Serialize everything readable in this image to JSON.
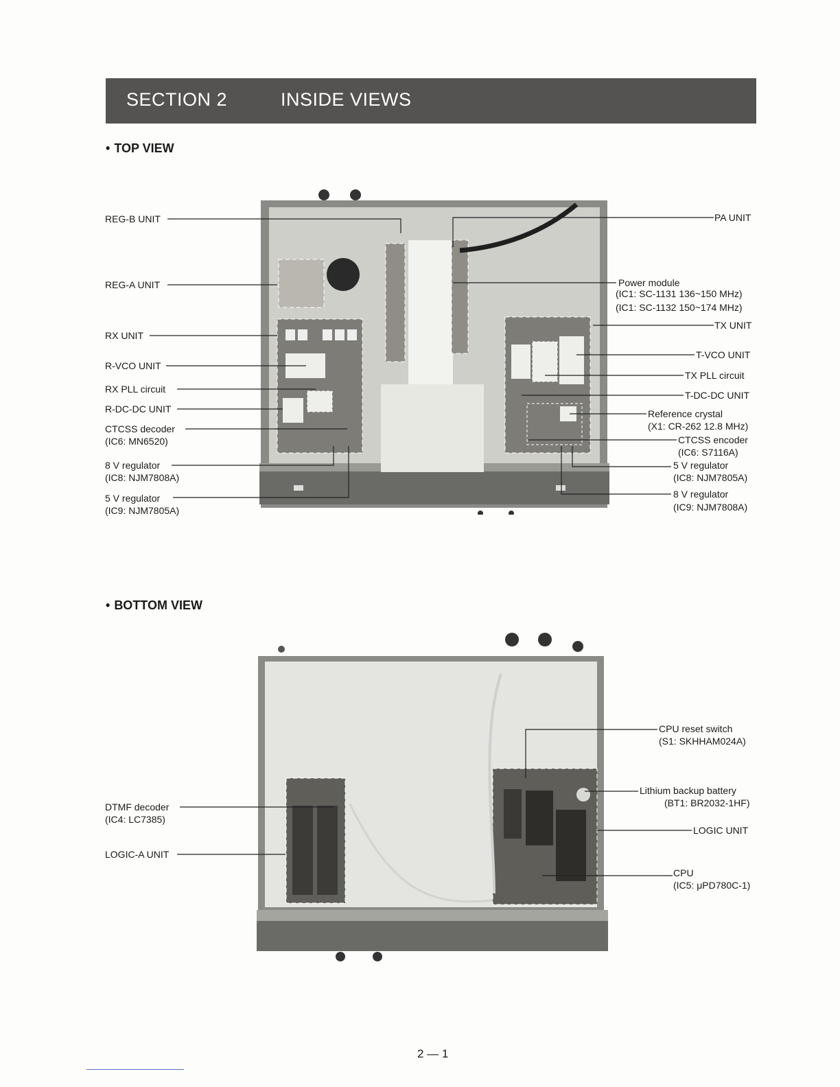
{
  "section": {
    "number": "SECTION 2",
    "title": "INSIDE VIEWS"
  },
  "top_view": {
    "heading": "TOP VIEW",
    "left_labels": {
      "reg_b": "REG-B UNIT",
      "reg_a": "REG-A UNIT",
      "rx": "RX UNIT",
      "r_vco": "R-VCO UNIT",
      "rx_pll": "RX PLL circuit",
      "r_dcdc": "R-DC-DC UNIT",
      "ctcss_dec": "CTCSS decoder",
      "ctcss_dec_ic": "(IC6: MN6520)",
      "reg8": "8 V regulator",
      "reg8_ic": "(IC8: NJM7808A)",
      "reg5": "5 V regulator",
      "reg5_ic": "(IC9: NJM7805A)"
    },
    "right_labels": {
      "pa": "PA UNIT",
      "power_module": "Power module",
      "pm_ic1a": "IC1: SC-1131 136~150 MHz",
      "pm_ic1b": "IC1: SC-1132 150~174 MHz",
      "tx": "TX UNIT",
      "t_vco": "T-VCO UNIT",
      "tx_pll": "TX PLL circuit",
      "t_dcdc": "T-DC-DC UNIT",
      "ref_crystal": "Reference crystal",
      "ref_crystal_x1": "(X1: CR-262 12.8 MHz)",
      "ctcss_enc": "CTCSS encoder",
      "ctcss_enc_ic": "(IC6: S7116A)",
      "reg5": "5 V regulator",
      "reg5_ic": "(IC8: NJM7805A)",
      "reg8": "8 V regulator",
      "reg8_ic": "(IC9: NJM7808A)"
    }
  },
  "bottom_view": {
    "heading": "BOTTOM VIEW",
    "left_labels": {
      "dtmf": "DTMF decoder",
      "dtmf_ic": "(IC4: LC7385)",
      "logic_a": "LOGIC-A UNIT"
    },
    "right_labels": {
      "cpu_reset": "CPU reset switch",
      "cpu_reset_s1": "(S1: SKHHAM024A)",
      "battery": "Lithium backup battery",
      "battery_bt1": "(BT1: BR2032-1HF)",
      "logic": "LOGIC UNIT",
      "cpu": "CPU",
      "cpu_ic": "(IC5: μPD780C-1)"
    }
  },
  "page_number": "2 — 1"
}
